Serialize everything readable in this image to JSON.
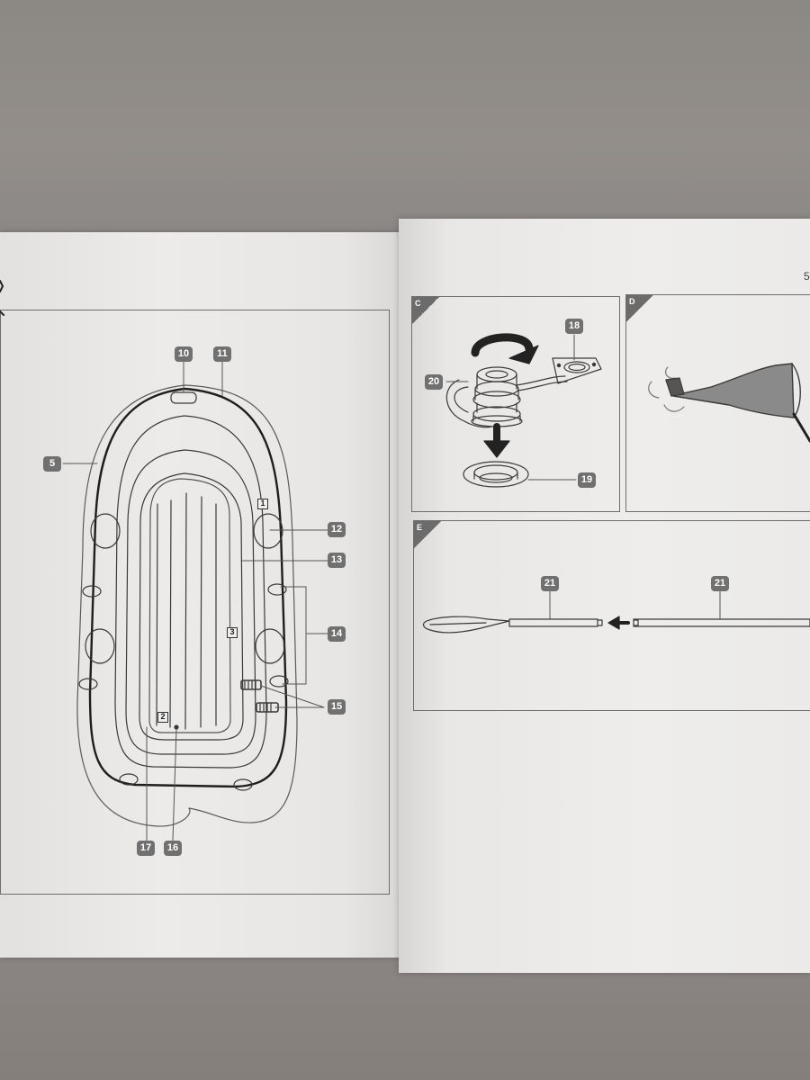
{
  "page": {
    "number": "5"
  },
  "panels": {
    "C": {
      "letter": "C"
    },
    "D": {
      "letter": "D"
    },
    "E": {
      "letter": "E"
    }
  },
  "boat_diagram": {
    "callouts": {
      "c10": "10",
      "c11": "11",
      "c5": "5",
      "c12": "12",
      "c13": "13",
      "c14": "14",
      "c15": "15",
      "c17": "17",
      "c16": "16"
    },
    "chamber_labels": {
      "s1": "1",
      "s3": "3",
      "s2": "2"
    }
  },
  "valve_diagram": {
    "callouts": {
      "c18": "18",
      "c20": "20",
      "c19": "19"
    }
  },
  "oar_diagram": {
    "callouts": {
      "c21a": "21",
      "c21b": "21"
    }
  }
}
